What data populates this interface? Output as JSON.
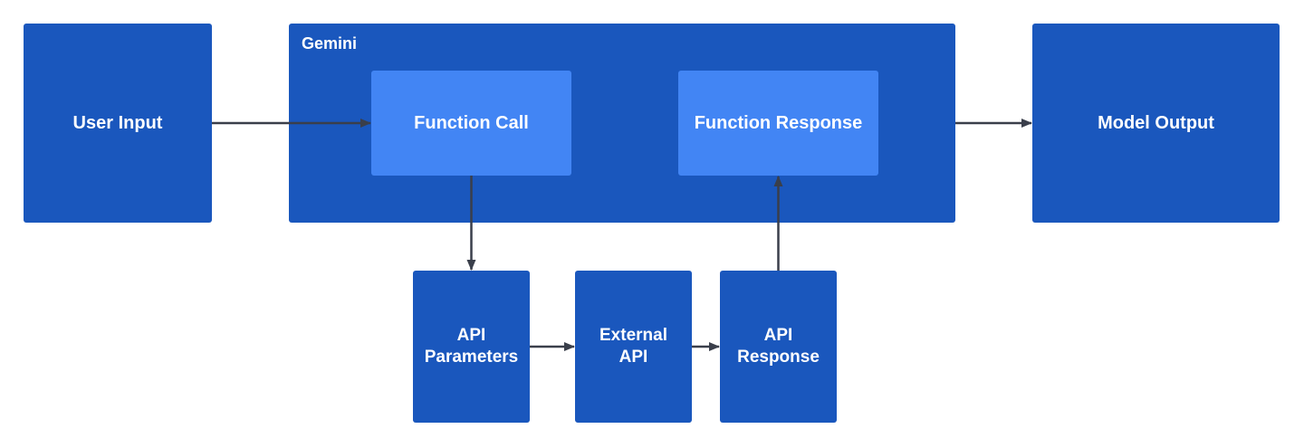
{
  "colors": {
    "node_dark": "#1a57bd",
    "node_light": "#4285f4",
    "text": "#ffffff",
    "arrow": "#3a3f4b"
  },
  "nodes": {
    "user_input": {
      "label": "User Input"
    },
    "gemini": {
      "title": "Gemini"
    },
    "function_call": {
      "label": "Function Call"
    },
    "function_response": {
      "label": "Function Response"
    },
    "model_output": {
      "label": "Model Output"
    },
    "api_parameters": {
      "lines": [
        "API",
        "Parameters"
      ]
    },
    "external_api": {
      "lines": [
        "External",
        "API"
      ]
    },
    "api_response": {
      "lines": [
        "API",
        "Response"
      ]
    }
  },
  "edges": [
    {
      "from": "user_input",
      "to": "function_call"
    },
    {
      "from": "function_call",
      "to": "api_parameters"
    },
    {
      "from": "api_parameters",
      "to": "external_api"
    },
    {
      "from": "external_api",
      "to": "api_response"
    },
    {
      "from": "api_response",
      "to": "function_response"
    },
    {
      "from": "gemini",
      "to": "model_output"
    }
  ]
}
